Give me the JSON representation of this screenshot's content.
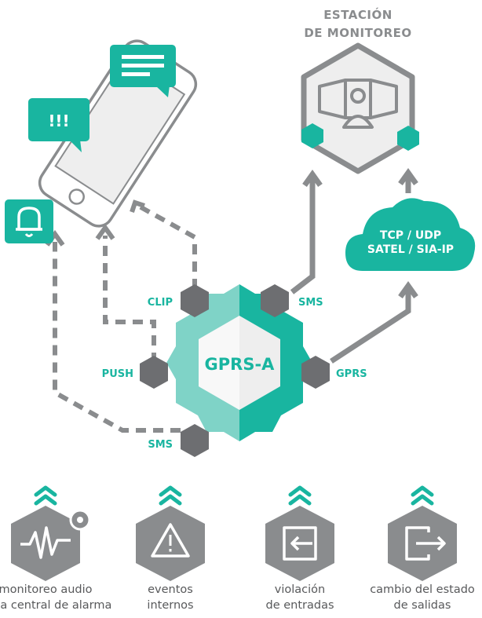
{
  "colors": {
    "teal": "#19b5a0",
    "teal_light": "#7fd3c7",
    "gray": "#8a8c8e",
    "dark_gray": "#6d6e71",
    "light_fill": "#eeeeee"
  },
  "station": {
    "title_line1": "ESTACIÓN",
    "title_line2": "DE MONITOREO",
    "icon": "operator-monitor-icon"
  },
  "cloud": {
    "line1": "TCP / UDP",
    "line2": "SATEL / SIA-IP"
  },
  "module": {
    "label": "GPRS-A"
  },
  "channels": {
    "clip": "CLIP",
    "sms_station": "SMS",
    "push": "PUSH",
    "gprs": "GPRS",
    "sms_phone": "SMS"
  },
  "phone": {
    "bubble_alert_text": "!!!",
    "icons": [
      "message-bubble-icon",
      "alert-bubble-icon",
      "bell-icon"
    ]
  },
  "events": [
    {
      "icon": "audio-waveform-icon",
      "line1": "monitoreo audio",
      "line2": "de la central de alarma"
    },
    {
      "icon": "warning-triangle-icon",
      "line1": "eventos",
      "line2": "internos"
    },
    {
      "icon": "input-arrow-icon",
      "line1": "violación",
      "line2": "de entradas"
    },
    {
      "icon": "output-arrow-icon",
      "line1": "cambio del estado",
      "line2": "de salidas"
    }
  ]
}
